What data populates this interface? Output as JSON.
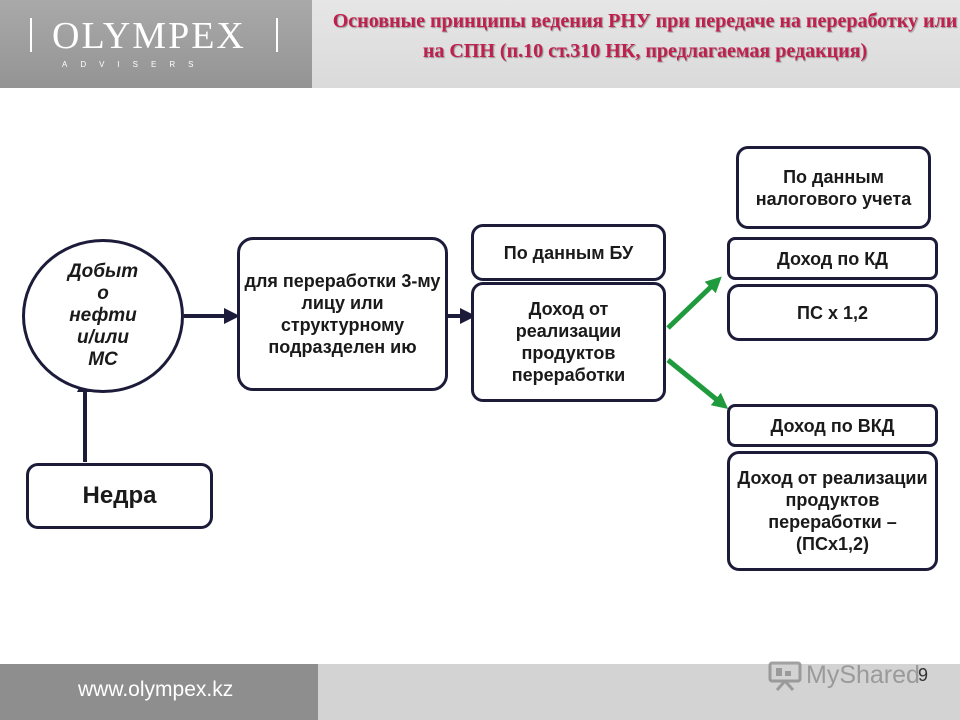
{
  "header": {
    "logo_text": "OLYMPEX",
    "logo_subtitle": "ADVISERS",
    "title": "Основные принципы ведения РНУ при передаче на переработку или на СПН (п.10 ст.310 НК, предлагаемая редакция)"
  },
  "diagram": {
    "nedra": "Недра",
    "extraction": "Добыт о нефти и/или МС",
    "transfer": "для переработки 3-му лицу или структурному подразделен ию",
    "bu_header": "По данным БУ",
    "bu_income": "Доход от реализации продуктов переработки",
    "tax_header": "По данным налогового учета",
    "kd_income": "Доход по КД",
    "kd_formula": "ПС х 1,2",
    "vkd_income": "Доход по ВКД",
    "vkd_formula": "Доход от реализации продуктов переработки – (ПСх1,2)"
  },
  "footer": {
    "url": "www.olympex.kz",
    "watermark": "MyShared",
    "page_number": "9"
  },
  "colors": {
    "title": "#c0204e",
    "box_border": "#1c1c3a",
    "green_arrow": "#1f9a3c",
    "header_band": "#dadada",
    "logo_panel": "#9c9c9c"
  }
}
